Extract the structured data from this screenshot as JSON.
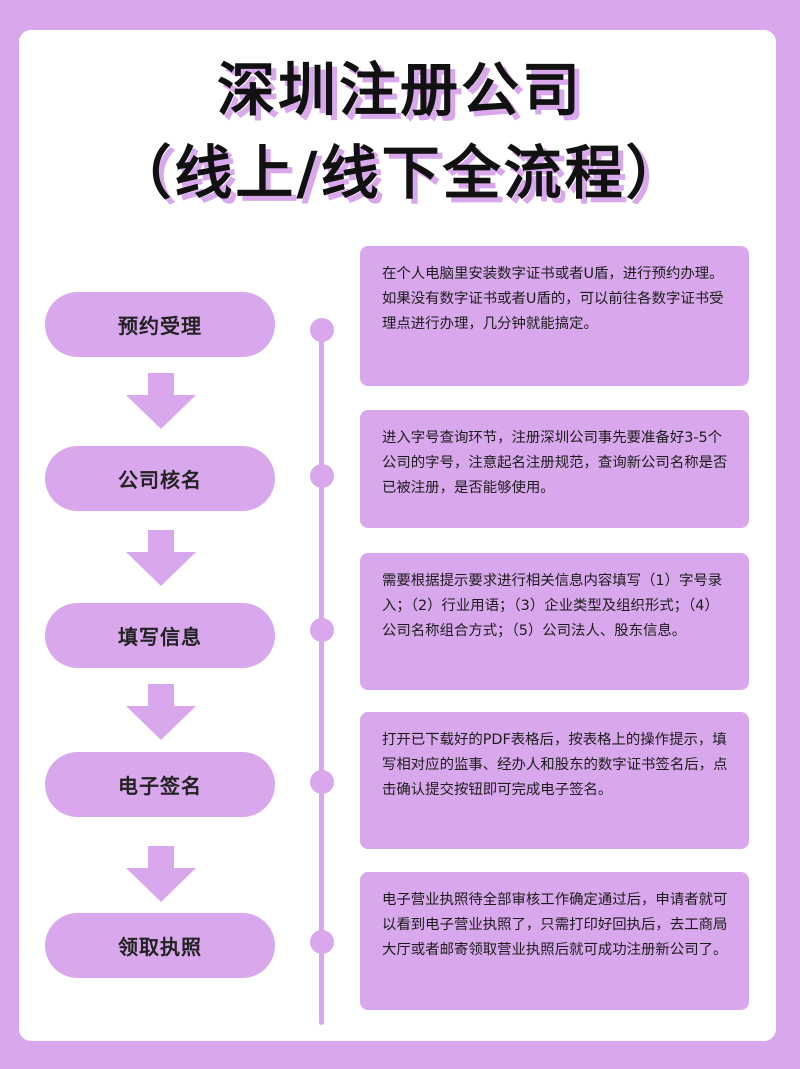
{
  "title": {
    "line1": "深圳注册公司",
    "line2": "（线上/线下全流程）"
  },
  "steps": [
    {
      "label": "预约受理",
      "description": "在个人电脑里安装数字证书或者U盾，进行预约办理。如果没有数字证书或者U盾的，可以前往各数字证书受理点进行办理，几分钟就能搞定。"
    },
    {
      "label": "公司核名",
      "description": "进入字号查询环节，注册深圳公司事先要准备好3-5个公司的字号，注意起名注册规范，查询新公司名称是否已被注册，是否能够使用。"
    },
    {
      "label": "填写信息",
      "description": "需要根据提示要求进行相关信息内容填写（1）字号录入；（2）行业用语；（3）企业类型及组织形式；（4）公司名称组合方式；（5）公司法人、股东信息。"
    },
    {
      "label": "电子签名",
      "description": "打开已下载好的PDF表格后，按表格上的操作提示，填写相对应的监事、经办人和股东的数字证书签名后，点击确认提交按钮即可完成电子签名。"
    },
    {
      "label": "领取执照",
      "description": "电子营业执照待全部审核工作确定通过后，申请者就可以看到电子营业执照了，只需打印好回执后，去工商局大厅或者邮寄领取营业执照后就可成功注册新公司了。"
    }
  ],
  "colors": {
    "background": "#d9a8ec",
    "accent": "#d9a8ec",
    "card": "#ffffff",
    "text": "#111111"
  },
  "icons": {
    "arrow": "arrow-down-icon",
    "dot": "timeline-dot-icon"
  }
}
